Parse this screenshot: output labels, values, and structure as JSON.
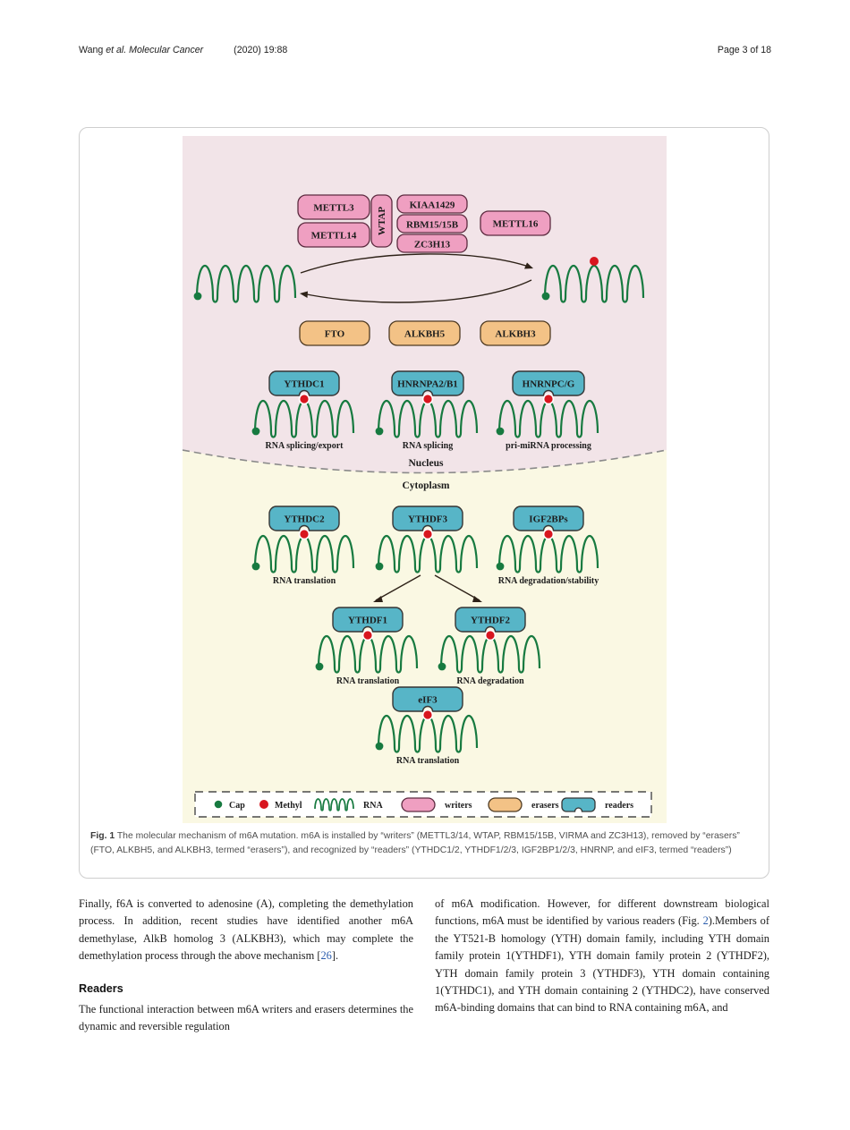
{
  "header": {
    "authors_roman": "Wang ",
    "authors_italic": "et al. Molecular Cancer",
    "citation": "(2020) 19:88",
    "page_info": "Page 3 of 18"
  },
  "figure": {
    "caption_label": "Fig. 1",
    "caption_text": " The molecular mechanism of m6A mutation. m6A is installed by “writers” (METTL3/14, WTAP, RBM15/15B, VIRMA and ZC3H13), removed by “erasers” (FTO, ALKBH5, and ALKBH3, termed “erasers”), and recognized by “readers” (YTHDC1/2, YTHDF1/2/3, IGF2BP1/2/3, HNRNP, and eIF3, termed “readers”)",
    "writers": [
      "METTL3",
      "METTL14",
      "WTAP",
      "KIAA1429",
      "RBM15/15B",
      "ZC3H13",
      "METTL16"
    ],
    "erasers": [
      "FTO",
      "ALKBH5",
      "ALKBH3"
    ],
    "readers": {
      "nucleus": [
        {
          "name": "YTHDC1",
          "function": "RNA splicing/export"
        },
        {
          "name": "HNRNPA2/B1",
          "function": "RNA splicing"
        },
        {
          "name": "HNRNPC/G",
          "function": "pri-miRNA processing"
        }
      ],
      "cytoplasm": [
        {
          "name": "YTHDC2",
          "function": "RNA translation"
        },
        {
          "name": "YTHDF3",
          "function": ""
        },
        {
          "name": "IGF2BPs",
          "function": "RNA degradation/stability"
        },
        {
          "name": "YTHDF1",
          "function": "RNA translation"
        },
        {
          "name": "YTHDF2",
          "function": "RNA degradation"
        },
        {
          "name": "eIF3",
          "function": "RNA translation"
        }
      ]
    },
    "compartments": {
      "nucleus": "Nucleus",
      "cytoplasm": "Cytoplasm"
    },
    "legend": {
      "cap": "Cap",
      "methyl": "Methyl",
      "rna": "RNA",
      "writers": "writers",
      "erasers": "erasers",
      "readers": "readers"
    },
    "colors": {
      "writer": "#ef9fc1",
      "eraser": "#f3c286",
      "reader": "#57b5c7",
      "nucleus_bg": "#f2e4e8",
      "cytoplasm_bg": "#faf8e3",
      "rna": "#177a40",
      "cap": "#177a40",
      "methyl": "#d8161f"
    }
  },
  "article": {
    "left": {
      "p1_pre": "Finally, f6A is converted to adenosine (A), completing the demethylation process. In addition, recent studies have identified another m6A demethylase, AlkB homolog 3 (ALKBH3), which may complete the demethylation process through the above mechanism [",
      "p1_ref": "26",
      "p1_post": "].",
      "heading": "Readers",
      "p2": "The functional interaction between m6A writers and erasers determines the dynamic and reversible regulation"
    },
    "right": {
      "p1_pre": "of m6A modification. However, for different downstream biological functions, m6A must be identified by various readers (Fig. ",
      "p1_ref": "2",
      "p1_post": ").Members of the YT521-B homology (YTH) domain family, including YTH domain family protein 1(YTHDF1), YTH domain family protein 2 (YTHDF2), YTH domain family protein 3 (YTHDF3), YTH domain containing 1(YTHDC1), and YTH domain containing 2 (YTHDC2), have conserved m6A-binding domains that can bind to RNA containing m6A, and"
    }
  }
}
